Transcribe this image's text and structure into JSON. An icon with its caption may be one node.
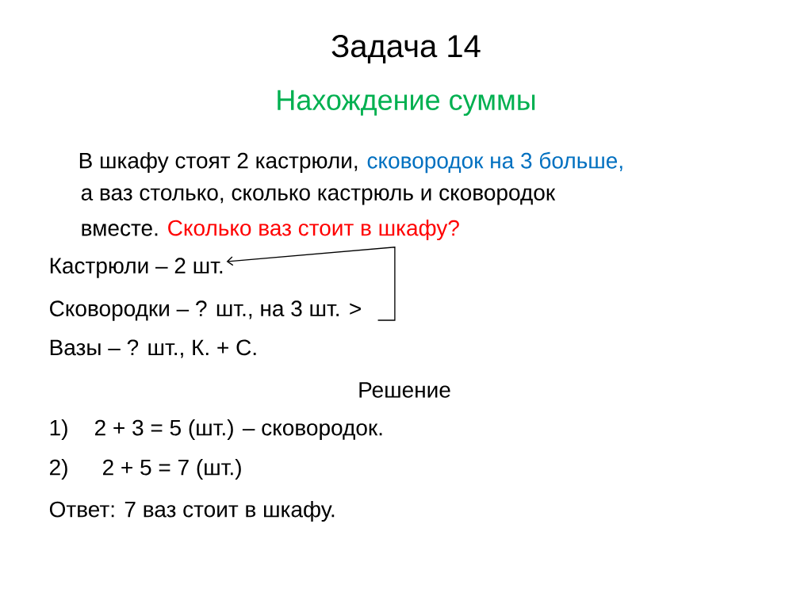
{
  "diagram": {
    "title": "Задача 14",
    "nodes": [
      {
        "text": [
          "Кастрюли – 2 шт."
        ]
      },
      {
        "text": [
          "Сковородки – ? шт., на 3 шт. >"
        ]
      }
    ],
    "edges": [
      {
        "from": 1,
        "to": 0,
        "arrow": "to"
      }
    ],
    "labels": [
      "Нахождение суммы",
      "В шкафу стоят 2 кастрюли,",
      "сковородок на 3 больше,",
      "а ваз столько, сколько кастрюль и сковородок",
      "вместе.",
      "Сколько ваз стоит в шкафу?",
      "Вазы – ? шт., К. + С.",
      "Решение",
      "1)",
      "2 + 3 = 5 (шт.) – сковородок.",
      "2)",
      "2 + 5 = 7 (шт.)",
      "Ответ: 7 ваз стоит в шкафу."
    ]
  }
}
